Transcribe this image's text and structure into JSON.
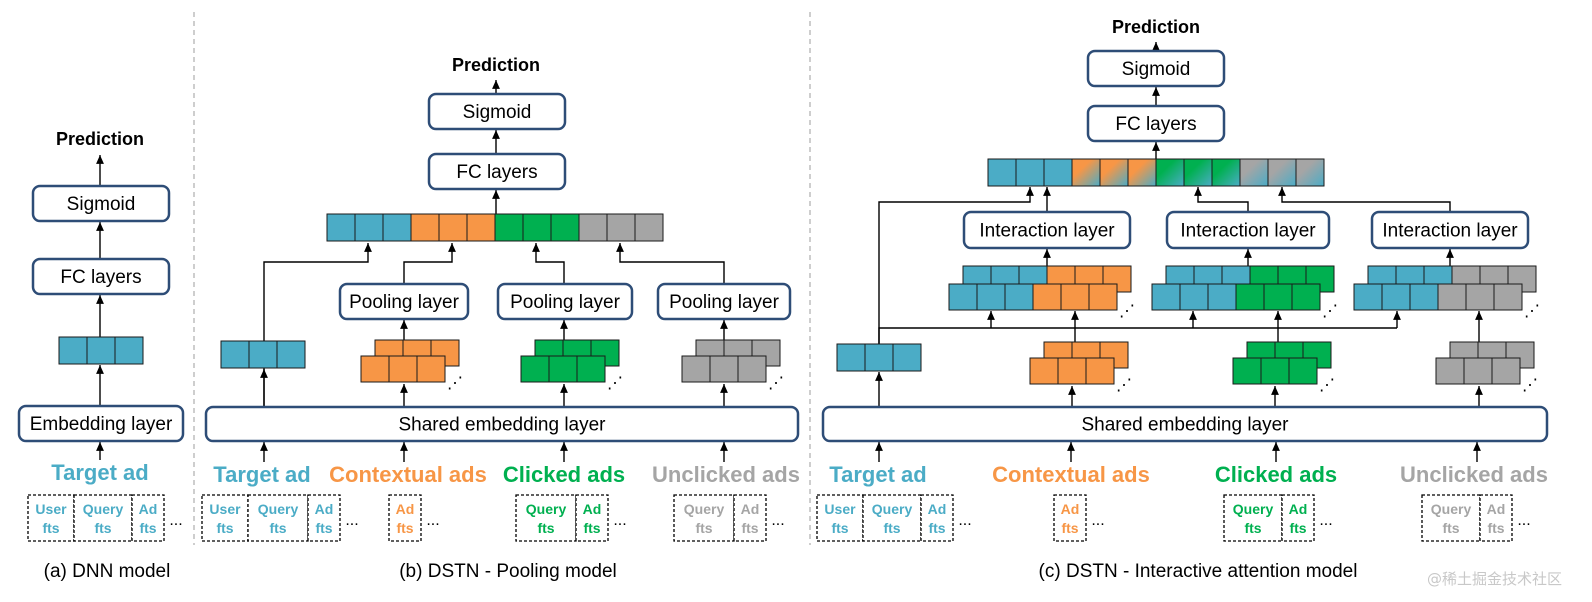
{
  "colors": {
    "target": "#4bacc6",
    "contextual": "#f79646",
    "clicked": "#00b050",
    "unclicked": "#a5a5a5",
    "box_border": "#2e4d77"
  },
  "labels": {
    "prediction": "Prediction",
    "sigmoid": "Sigmoid",
    "fc_layers": "FC layers",
    "embedding_layer": "Embedding layer",
    "shared_embedding_layer": "Shared embedding layer",
    "pooling_layer": "Pooling layer",
    "interaction_layer": "Interaction layer",
    "target_ad": "Target ad",
    "contextual_ads": "Contextual ads",
    "clicked_ads": "Clicked ads",
    "unclicked_ads": "Unclicked ads",
    "user_fts": [
      "User",
      "fts"
    ],
    "query_fts": [
      "Query",
      "fts"
    ],
    "ad_fts": [
      "Ad",
      "fts"
    ],
    "ellipsis": "..."
  },
  "captions": {
    "a": "(a) DNN model",
    "b": "(b) DSTN - Pooling model",
    "c": "(c) DSTN - Interactive attention model"
  },
  "watermark": "@稀土掘金技术社区"
}
